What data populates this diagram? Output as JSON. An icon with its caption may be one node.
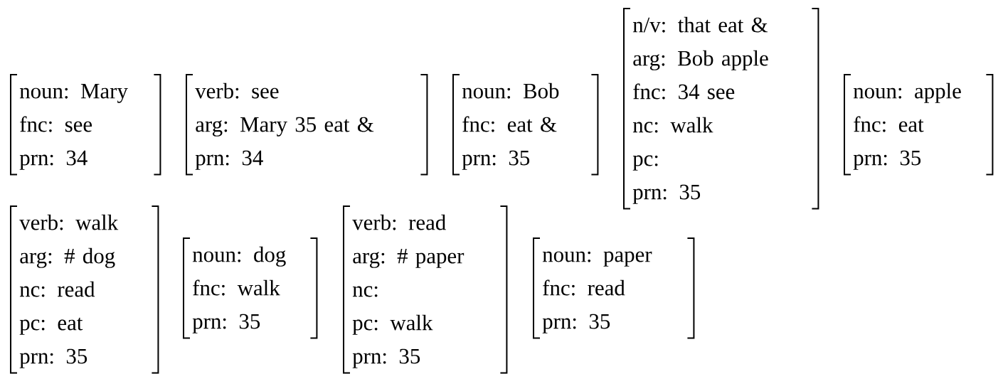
{
  "diagram": {
    "nodes": [
      {
        "text": [
          "noun: Mary",
          "fnc: see",
          "prn: 34"
        ]
      },
      {
        "text": [
          "verb: see",
          "arg: Mary 35 eat &",
          "prn: 34"
        ]
      },
      {
        "text": [
          "noun: Bob",
          "fnc: eat &",
          "prn: 35"
        ]
      },
      {
        "text": [
          "n/v: that eat &",
          "arg: Bob apple",
          "fnc: 34 see",
          "nc: walk",
          "pc:",
          "prn: 35"
        ]
      },
      {
        "text": [
          "noun: apple",
          "fnc: eat",
          "prn: 35"
        ]
      },
      {
        "text": [
          "verb: walk",
          "arg: # dog",
          "nc: read",
          "pc: eat",
          "prn: 35"
        ]
      },
      {
        "text": [
          "noun: dog",
          "fnc: walk",
          "prn: 35"
        ]
      },
      {
        "text": [
          "verb: read",
          "arg: # paper",
          "nc:",
          "pc: walk",
          "prn: 35"
        ]
      },
      {
        "text": [
          "noun: paper",
          "fnc: read",
          "prn: 35"
        ]
      }
    ]
  }
}
